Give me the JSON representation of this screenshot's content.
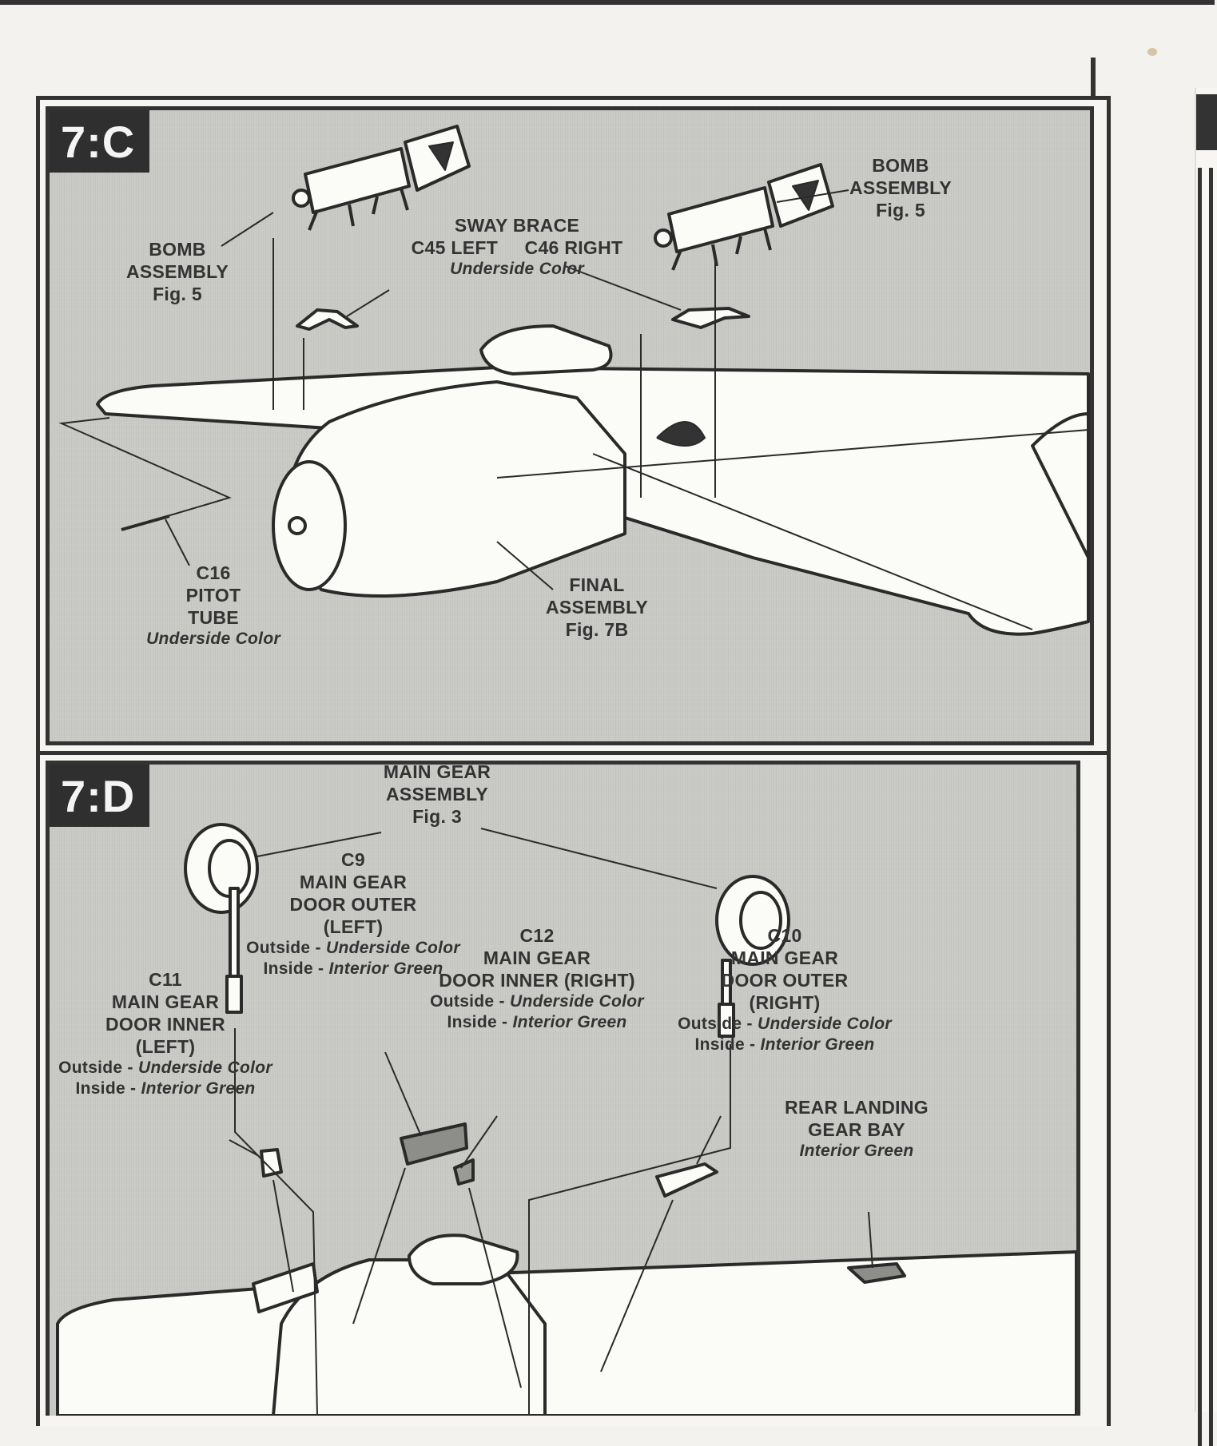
{
  "document": {
    "type": "model kit assembly instructions",
    "colors": {
      "ink": "#333333",
      "panel_fill": "#c9c9c6",
      "paper": "#f3f2ee"
    }
  },
  "steps": [
    {
      "id": "7:C",
      "badge": "7:C",
      "callouts": {
        "bomb_left": {
          "line1": "BOMB",
          "line2": "ASSEMBLY",
          "line3": "Fig. 5"
        },
        "bomb_right": {
          "line1": "BOMB",
          "line2": "ASSEMBLY",
          "line3": "Fig. 5"
        },
        "sway_brace": {
          "title": "SWAY BRACE",
          "parts": "C45 LEFT     C46 RIGHT",
          "color": "Underside Color"
        },
        "pitot": {
          "part": "C16",
          "line1": "PITOT",
          "line2": "TUBE",
          "color": "Underside Color"
        },
        "final": {
          "line1": "FINAL",
          "line2": "ASSEMBLY",
          "line3": "Fig. 7B"
        }
      }
    },
    {
      "id": "7:D",
      "badge": "7:D",
      "callouts": {
        "main_gear": {
          "line1": "MAIN GEAR",
          "line2": "ASSEMBLY",
          "line3": "Fig. 3"
        },
        "c9": {
          "part": "C9",
          "line1": "MAIN GEAR",
          "line2": "DOOR OUTER",
          "line3": "(LEFT)",
          "outside_label": "Outside - ",
          "outside_color": "Underside Color",
          "inside_label": "Inside - ",
          "inside_color": "Interior Green"
        },
        "c12": {
          "part": "C12",
          "line1": "MAIN GEAR",
          "line2": "DOOR INNER (RIGHT)",
          "outside_label": "Outside - ",
          "outside_color": "Underside Color",
          "inside_label": "Inside - ",
          "inside_color": "Interior Green"
        },
        "c10": {
          "part": "C10",
          "line1": "MAIN GEAR",
          "line2": "DOOR OUTER",
          "line3": "(RIGHT)",
          "outside_label": "Outside - ",
          "outside_color": "Underside Color",
          "inside_label": "Inside - ",
          "inside_color": "Interior Green"
        },
        "c11": {
          "part": "C11",
          "line1": "MAIN GEAR",
          "line2": "DOOR INNER",
          "line3": "(LEFT)",
          "outside_label": "Outside - ",
          "outside_color": "Underside Color",
          "inside_label": "Inside - ",
          "inside_color": "Interior Green"
        },
        "rear_bay": {
          "line1": "REAR LANDING",
          "line2": "GEAR BAY",
          "color": "Interior Green"
        }
      }
    }
  ]
}
